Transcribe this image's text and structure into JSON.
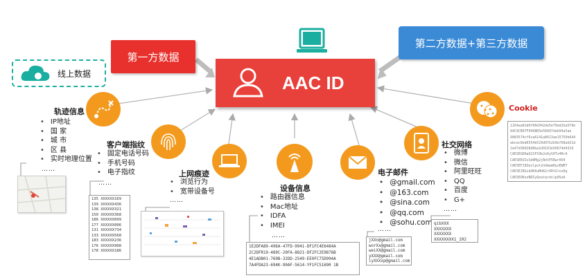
{
  "center": {
    "label": "AAC ID"
  },
  "first_party": {
    "label": "第一方数据"
  },
  "second_third": {
    "label": "第二方数据+第三方数据"
  },
  "online": {
    "label": "线上数据"
  },
  "groups": {
    "trajectory": {
      "title": "轨迹信息",
      "items": [
        "IP地址",
        "国 家",
        "城 市",
        "区 县",
        "实时地理位置"
      ],
      "more": "……"
    },
    "client": {
      "title": "客户端指纹",
      "items": [
        "固定电话号码",
        "手机号码",
        "电子指纹"
      ],
      "more": "……"
    },
    "web": {
      "title": "上网痕迹",
      "items": [
        "浏览行为",
        "宽带设备号"
      ],
      "more": "……"
    },
    "device": {
      "title": "设备信息",
      "items": [
        "路由器信息",
        "Mac地址",
        "IDFA",
        "IMEI"
      ],
      "more": "……"
    },
    "email": {
      "title": "电子邮件",
      "items": [
        "@gmail.com",
        "@163.com",
        "@sina.com",
        "@qq.com",
        "@sohu.com"
      ],
      "more": "……"
    },
    "social": {
      "title": "社交网络",
      "items": [
        "微博",
        "微信",
        "阿里旺旺",
        "QQ",
        "百度",
        "G+"
      ],
      "more": "……"
    },
    "cookie": {
      "title": "Cookie"
    }
  },
  "phone_rows": [
    "135 XXXXXX169",
    "139 XXXXXX436",
    "138 XXXXXX321",
    "150 XXXXXX368",
    "186 XXXXXX099",
    "177 XXXXXX006",
    "131 XXXXXX734",
    "133 XXXXXX568",
    "183 XXXXXX236",
    "176 XXXXXX908",
    "178 XXXXXX186"
  ],
  "device_rows": [
    "1E2DFA89-496A-47FD-9941-DF1FC4E6484A",
    "2C2DFR19-489C-20FA-8821-DF2FC2E9876B",
    "4E1ADB01-769B-32DD-2549-EE0FC75D994A",
    "7A4FDA23-694K-90AF-5614-YF1FC51690 1B"
  ],
  "email_rows": [
    "jXXn@gmail.com",
    "worXx@gmail.com",
    "weiXX@gmail.com",
    "yXXX@gmail.com",
    "lyXXXxp@gmail.com"
  ],
  "social_rows": [
    "qibXXX",
    "XXXXXXX",
    "XXXXXXX",
    "XXXXXXXX1_102"
  ],
  "cookie_rows": [
    "1164aa81d6f00e942de5e79ed2ba5f9e",
    "A4C9CB97F9998D5e56847dab94a5ae",
    "9083574cf6ca6141a8613ae15750b644",
    "abcec0ed6554b529d97b2b9ef68ab51d",
    "2e47d36028d8ba1d9163e56674d4319",
    "CAESEGD0aQ2SFS9k2o6yS0Tz4RrA",
    "CAESEEUIsSd0Mg2jBdtP5Rwr0O4",
    "CAESEFJ8Zeslpot2nUmwmHyzEWEY",
    "CAESEJRGidUK6uMd62rO0tGlnsDg",
    "CAESEOKozNDIyQnatqrdslp0SnA"
  ]
}
